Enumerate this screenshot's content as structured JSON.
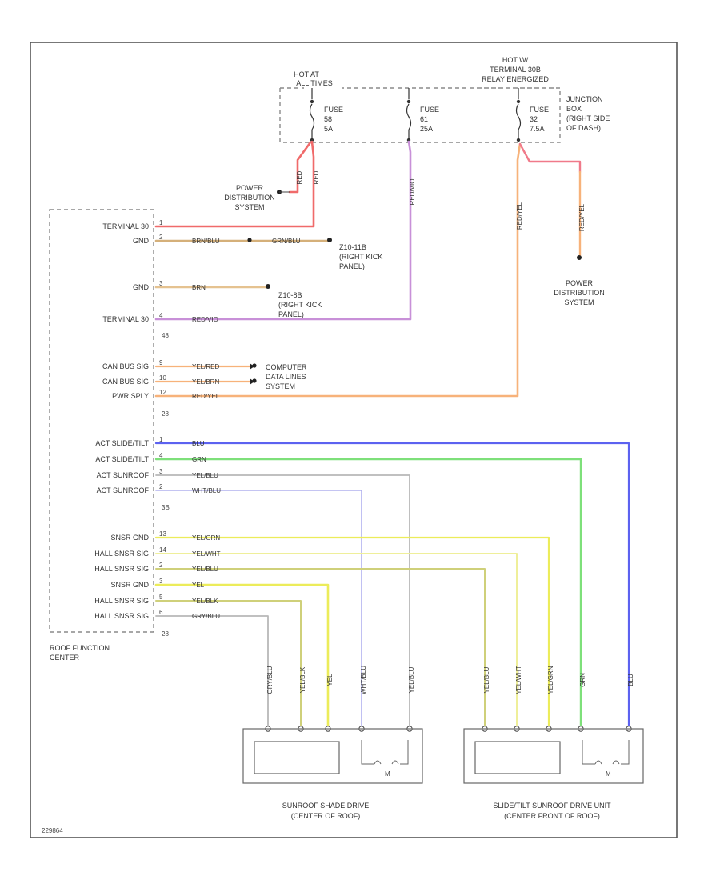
{
  "colors": {
    "red": "#f06a6a",
    "pink": "#f07a8a",
    "brown": "#d5b07a",
    "tan": "#e5c290",
    "violet": "#c890d8",
    "orange": "#f7b27a",
    "blue": "#5c62f0",
    "green": "#7ee07a",
    "gray": "#b8b8b8",
    "yellow": "#ecec5a",
    "olive": "#cfd07a",
    "lightviolet": "#b0b0ee"
  },
  "junction_box": {
    "hot_left": [
      "HOT AT",
      "ALL TIMES"
    ],
    "hot_right": [
      "HOT W/",
      "TERMINAL 30B",
      "RELAY ENERGIZED"
    ],
    "label": [
      "JUNCTION",
      "BOX",
      "(RIGHT SIDE",
      "OF DASH)"
    ],
    "fuses": [
      {
        "lines": [
          "FUSE",
          "58",
          "5A"
        ]
      },
      {
        "lines": [
          "FUSE",
          "61",
          "25A"
        ]
      },
      {
        "lines": [
          "FUSE",
          "32",
          "7.5A"
        ]
      }
    ]
  },
  "power_distribution_left": [
    "POWER",
    "DISTRIBUTION",
    "SYSTEM"
  ],
  "power_distribution_right": [
    "POWER",
    "DISTRIBUTION",
    "SYSTEM"
  ],
  "ground_1": [
    "Z10-11B",
    "(RIGHT KICK",
    "PANEL)"
  ],
  "ground_2": [
    "Z10-8B",
    "(RIGHT KICK",
    "PANEL)"
  ],
  "computer_data": [
    "COMPUTER",
    "DATA LINES",
    "SYSTEM"
  ],
  "roof_function_center": [
    "ROOF FUNCTION",
    "CENTER"
  ],
  "connectors": {
    "c1": "48",
    "c2": "28",
    "c3": "3B",
    "c4": "28"
  },
  "module_pins": [
    {
      "label": "TERMINAL 30",
      "pin": "1",
      "wire": "RED"
    },
    {
      "label": "GND",
      "pin": "2",
      "wire": "BRN/BLU"
    },
    {
      "label": "GND",
      "pin": "3",
      "wire": "BRN"
    },
    {
      "label": "TERMINAL 30",
      "pin": "4",
      "wire": "RED/VIO"
    },
    {
      "label": "CAN BUS SIG",
      "pin": "9",
      "wire": "YEL/RED"
    },
    {
      "label": "CAN BUS SIG",
      "pin": "10",
      "wire": "YEL/BRN"
    },
    {
      "label": "PWR SPLY",
      "pin": "12",
      "wire": "RED/YEL"
    },
    {
      "label": "ACT SLIDE/TILT",
      "pin": "1",
      "wire": "BLU"
    },
    {
      "label": "ACT SLIDE/TILT",
      "pin": "4",
      "wire": "GRN"
    },
    {
      "label": "ACT SUNROOF",
      "pin": "3",
      "wire": "YEL/BLU"
    },
    {
      "label": "ACT SUNROOF",
      "pin": "2",
      "wire": "WHT/BLU"
    },
    {
      "label": "SNSR GND",
      "pin": "13",
      "wire": "YEL/GRN"
    },
    {
      "label": "HALL SNSR SIG",
      "pin": "14",
      "wire": "YEL/WHT"
    },
    {
      "label": "HALL SNSR SIG",
      "pin": "2",
      "wire": "YEL/BLU"
    },
    {
      "label": "SNSR GND",
      "pin": "3",
      "wire": "YEL"
    },
    {
      "label": "HALL SNSR SIG",
      "pin": "5",
      "wire": "YEL/BLK"
    },
    {
      "label": "HALL SNSR SIG",
      "pin": "6",
      "wire": "GRY/BLU"
    }
  ],
  "extra_wires": {
    "gnd_continue": "GRN/BLU",
    "fuse_left_a": "RED",
    "fuse_left_b": "RED",
    "fuse_mid": "RED/VIO",
    "fuse_right_down": "RED/YEL",
    "pds_right": "RED/YEL"
  },
  "shade_drive_wires": [
    "GRY/BLU",
    "YEL/BLK",
    "YEL",
    "WHT/BLU",
    "YEL/BLU"
  ],
  "slide_drive_wires": [
    "YEL/BLU",
    "YEL/WHT",
    "YEL/GRN",
    "GRN",
    "BLU"
  ],
  "sunroof_shade_drive": [
    "SUNROOF SHADE DRIVE",
    "(CENTER OF ROOF)"
  ],
  "slide_tilt_unit": [
    "SLIDE/TILT SUNROOF DRIVE UNIT",
    "(CENTER FRONT OF ROOF)"
  ],
  "motor_label": "M",
  "footer_code": "229864"
}
